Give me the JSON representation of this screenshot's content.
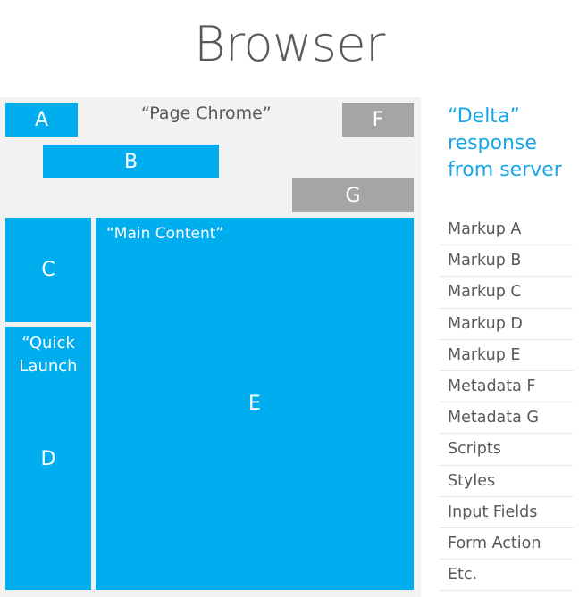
{
  "title": "Browser",
  "browser": {
    "chrome_label": "“Page Chrome”",
    "boxes": {
      "a": "A",
      "b": "B",
      "c": "C",
      "d": "D",
      "e": "E",
      "f": "F",
      "g": "G"
    },
    "main_content_label": "“Main Content”",
    "quick_launch_label_line1": "“Quick",
    "quick_launch_label_line2": "Launch"
  },
  "delta": {
    "heading_line1": "“Delta”",
    "heading_line2": "response",
    "heading_line3": "from server",
    "items": [
      "Markup A",
      "Markup B",
      "Markup C",
      "Markup D",
      "Markup E",
      "Metadata F",
      "Metadata G",
      "Scripts",
      "Styles",
      "Input Fields",
      "Form Action",
      "Etc."
    ]
  },
  "colors": {
    "blue": "#00adef",
    "gray_box": "#a5a5a5",
    "panel_bg": "#f2f2f2",
    "heading_blue": "#1aa7e6",
    "text_gray": "#595959"
  }
}
